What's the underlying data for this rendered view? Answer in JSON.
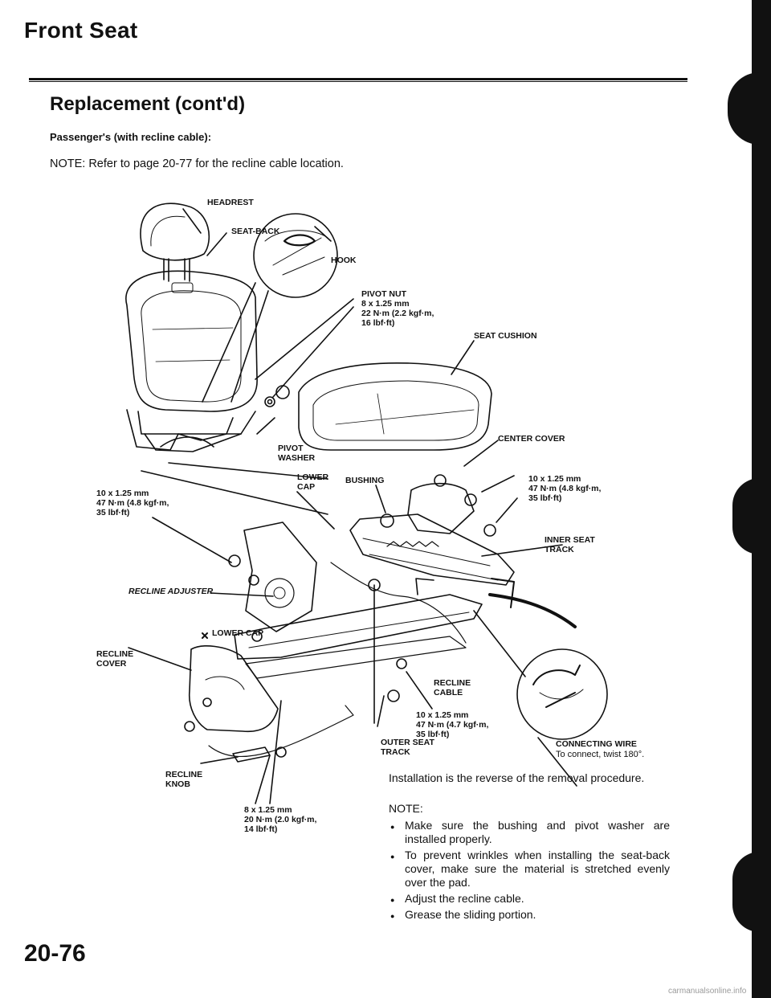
{
  "header": {
    "page_title": "Front Seat",
    "section_title": "Replacement (cont'd)",
    "subheading": "Passenger's (with recline cable):",
    "note": "NOTE: Refer to page 20-77 for the recline cable location."
  },
  "labels": {
    "headrest": "HEADREST",
    "seat_back": "SEAT-BACK",
    "hook": "HOOK",
    "pivot_nut": [
      "PIVOT NUT",
      "8 x 1.25 mm",
      "22 N·m (2.2 kgf·m,",
      "16 lbf·ft)"
    ],
    "seat_cushion": "SEAT CUSHION",
    "center_cover": "CENTER COVER",
    "pivot_washer": [
      "PIVOT",
      "WASHER"
    ],
    "lower_cap_upper": [
      "LOWER",
      "CAP"
    ],
    "bushing": "BUSHING",
    "torque_right_upper": [
      "10 x 1.25 mm",
      "47 N·m (4.8 kgf·m,",
      "35 lbf·ft)"
    ],
    "torque_left": [
      "10 x 1.25 mm",
      "47 N·m (4.8 kgf·m,",
      "35 lbf·ft)"
    ],
    "inner_seat_track": [
      "INNER SEAT",
      "TRACK"
    ],
    "recline_adjuster": "RECLINE ADJUSTER",
    "lower_cap_lower": "LOWER CAP",
    "recline_cover": [
      "RECLINE",
      "COVER"
    ],
    "recline_cable": [
      "RECLINE",
      "CABLE"
    ],
    "torque_right_lower": [
      "10 x 1.25 mm",
      "47 N·m (4.7 kgf·m,",
      "35 lbf·ft)"
    ],
    "outer_seat_track": [
      "OUTER SEAT",
      "TRACK"
    ],
    "connecting_wire": "CONNECTING WIRE",
    "connecting_wire_caption": "To connect, twist 180°.",
    "recline_knob": [
      "RECLINE",
      "KNOB"
    ],
    "torque_bottom": [
      "8 x 1.25 mm",
      "20 N·m (2.0 kgf·m,",
      "14 lbf·ft)"
    ]
  },
  "procedure": "Installation is the reverse of the removal procedure.",
  "notes": {
    "title": "NOTE:",
    "items": [
      "Make sure the bushing and pivot washer are installed properly.",
      "To prevent wrinkles when installing the seat-back cover, make sure the material is stretched evenly over the pad.",
      "Adjust the recline cable.",
      "Grease the sliding portion."
    ]
  },
  "footer": {
    "page_number": "20-76",
    "watermark": "carmanualsonline.info"
  },
  "colors": {
    "ink": "#111111",
    "paper": "#ffffff",
    "watermark": "#9a9a9a"
  }
}
